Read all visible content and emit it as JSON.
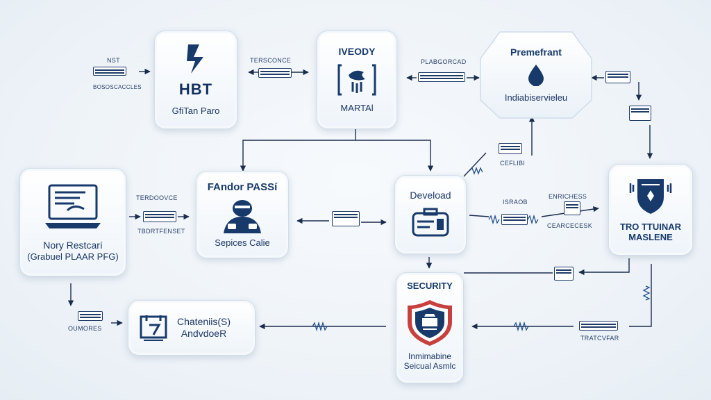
{
  "nodes": {
    "hbt": {
      "big": "HBT",
      "sub": "GfiTan Paro"
    },
    "ivedy": {
      "title": "IVEODY",
      "sub": "MARTAl"
    },
    "premefrant": {
      "title": "Premefrant",
      "sub": "Indiabiservieleu"
    },
    "nory": {
      "title": "Nory Restcarí",
      "sub": "(Grabuel PLAAR PFG)"
    },
    "fandor": {
      "title": "FAndor PASSí",
      "sub": "Sepices Calie"
    },
    "deveload": {
      "title": "Deveload"
    },
    "tro": {
      "title": "TRO TTUINAR",
      "sub": "MASLENE"
    },
    "chatenies": {
      "title": "Chateniis(S)",
      "sub": "AndvdoeR"
    },
    "security": {
      "title": "SECURITY",
      "sub1": "Inmimabine",
      "sub2": "Seicual Asmlc"
    }
  },
  "labels": {
    "nst": "NST",
    "nst_sub": "BOSOSCACCLES",
    "terdconce": "TERSCONCE",
    "plabgorcad": "PLABGORCAD",
    "ceflibi": "CEFLIBI",
    "terdoovce": "TERDOOVCE",
    "tbdrtfenset": "TBDRTFENSET",
    "isrtaob": "ISRAOB",
    "enrichess": "ENRICHESS",
    "cearcecesk": "CEARCECESK",
    "outmores": "OUMORES",
    "traptcvfar": "TRATCVFAR"
  },
  "colors": {
    "navy": "#14305e",
    "shield_red": "#c8403e",
    "line": "#1b2d4d"
  }
}
